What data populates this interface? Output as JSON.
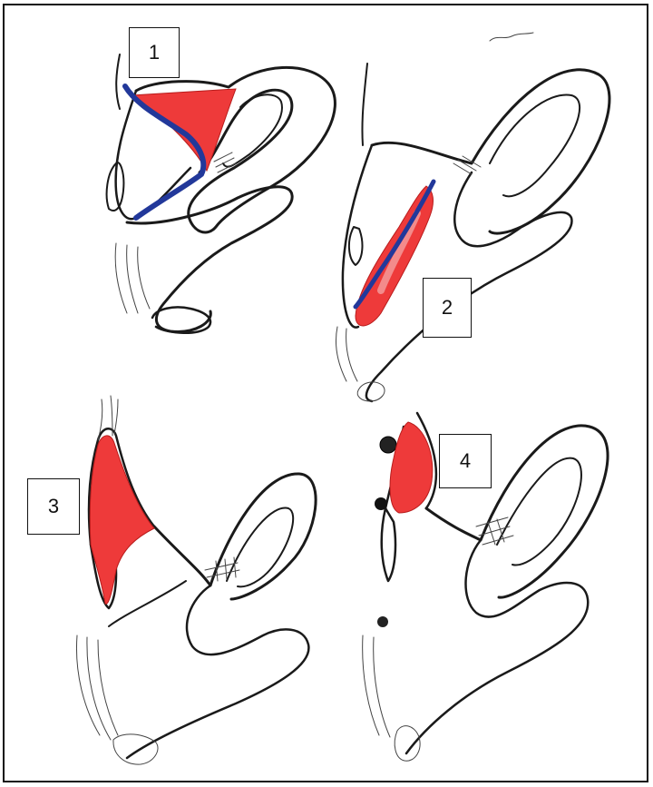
{
  "figure": {
    "labels": [
      {
        "id": "1",
        "text": "1"
      },
      {
        "id": "2",
        "text": "2"
      },
      {
        "id": "3",
        "text": "3"
      },
      {
        "id": "4",
        "text": "4"
      }
    ]
  },
  "colors": {
    "lesion_red": "#ee3a3a",
    "vessel_blue": "#22389a",
    "ink": "#1a1a1a",
    "background": "#ffffff"
  }
}
